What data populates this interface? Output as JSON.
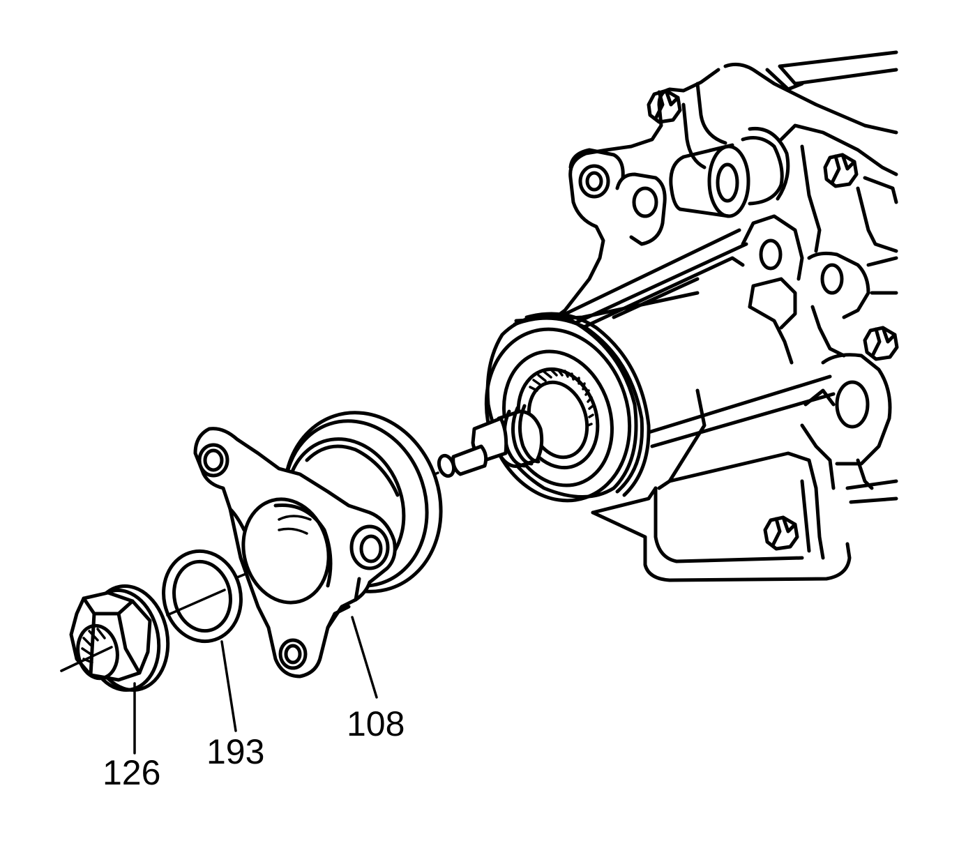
{
  "callouts": [
    {
      "id": "nut",
      "label": "126"
    },
    {
      "id": "washer",
      "label": "193"
    },
    {
      "id": "flange",
      "label": "108"
    }
  ]
}
